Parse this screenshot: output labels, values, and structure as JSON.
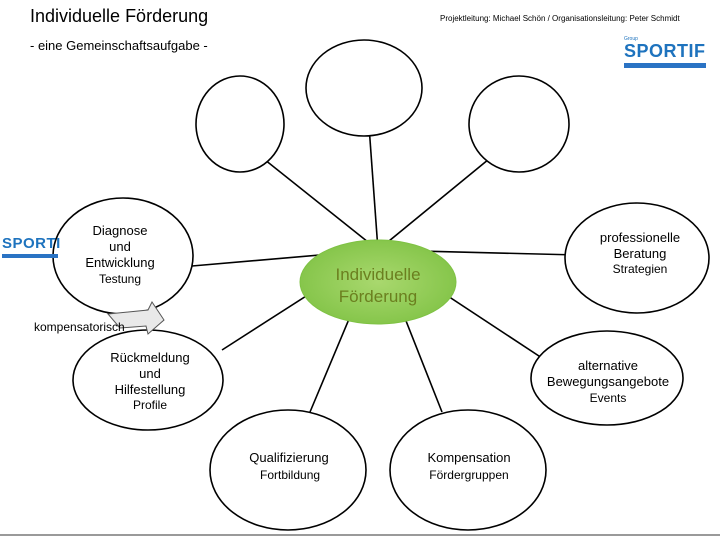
{
  "header": {
    "title": "Individuelle Förderung",
    "subtitle": "- eine Gemeinschaftsaufgabe -",
    "credits": "Projektleitung: Michael Schön / Organisationsleitung: Peter Schmidt"
  },
  "logo": {
    "wordmark": "SPORTIF",
    "group_label": "Group"
  },
  "center": {
    "label_line1": "Individuelle",
    "label_line2": "Förderung"
  },
  "nodes": {
    "diagnose": {
      "title_line1": "Diagnose",
      "title_line2": "und",
      "title_line3": "Entwicklung",
      "sub": "Testung"
    },
    "beratung": {
      "title_line1": "professionelle",
      "title_line2": "Beratung",
      "sub": "Strategien"
    },
    "rueckmeldung": {
      "title_line1": "Rückmeldung",
      "title_line2": "und",
      "title_line3": "Hilfestellung",
      "sub": "Profile"
    },
    "alternative": {
      "title_line1": "alternative",
      "title_line2": "Bewegungsangebote",
      "sub": "Events"
    },
    "qualifizierung": {
      "title_line1": "Qualifizierung",
      "sub": "Fortbildung"
    },
    "kompensation": {
      "title_line1": "Kompensation",
      "sub": "Fördergruppen"
    }
  },
  "annotations": {
    "kompensatorisch": "kompensatorisch"
  },
  "colors": {
    "center_fill": "#7fc244",
    "center_text": "#6b7f1f",
    "node_fill": "#ffffff",
    "stroke": "#000000",
    "logo_blue": "#1e73be",
    "logo_green": "#8cc63f"
  }
}
